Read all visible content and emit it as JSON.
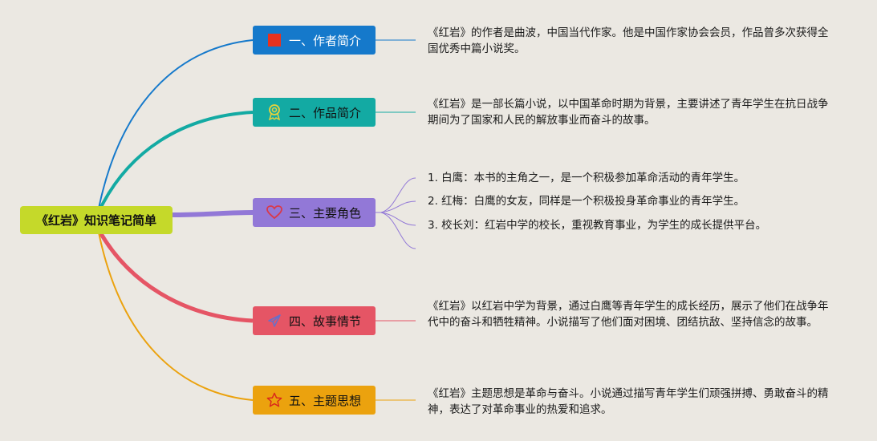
{
  "root": {
    "title": "《红岩》知识笔记简单"
  },
  "branches": [
    {
      "label": "一、作者简介",
      "icon": "red-flag-icon",
      "color": "#1579cb",
      "text": "《红岩》的作者是曲波，中国当代作家。他是中国作家协会会员，作品曾多次获得全国优秀中篇小说奖。"
    },
    {
      "label": "二、作品简介",
      "icon": "award-ribbon-icon",
      "color": "#13aaa3",
      "text": "《红岩》是一部长篇小说，以中国革命时期为背景，主要讲述了青年学生在抗日战争期间为了国家和人民的解放事业而奋斗的故事。"
    },
    {
      "label": "三、主要角色",
      "icon": "heart-icon",
      "color": "#9278d7",
      "items": [
        "1. 白鹰：本书的主角之一，是一个积极参加革命活动的青年学生。",
        "2. 红梅：白鹰的女友，同样是一个积极投身革命事业的青年学生。",
        "3. 校长刘：红岩中学的校长，重视教育事业，为学生的成长提供平台。"
      ]
    },
    {
      "label": "四、故事情节",
      "icon": "paper-plane-icon",
      "color": "#e55565",
      "text": "《红岩》以红岩中学为背景，通过白鹰等青年学生的成长经历，展示了他们在战争年代中的奋斗和牺牲精神。小说描写了他们面对困境、团结抗敌、坚持信念的故事。"
    },
    {
      "label": "五、主题思想",
      "icon": "star-icon",
      "color": "#eba20e",
      "text": "《红岩》主题思想是革命与奋斗。小说通过描写青年学生们顽强拼搏、勇敢奋斗的精神，表达了对革命事业的热爱和追求。"
    }
  ],
  "colors": {
    "background": "#ebe8e2",
    "root": "#c5d92a"
  }
}
